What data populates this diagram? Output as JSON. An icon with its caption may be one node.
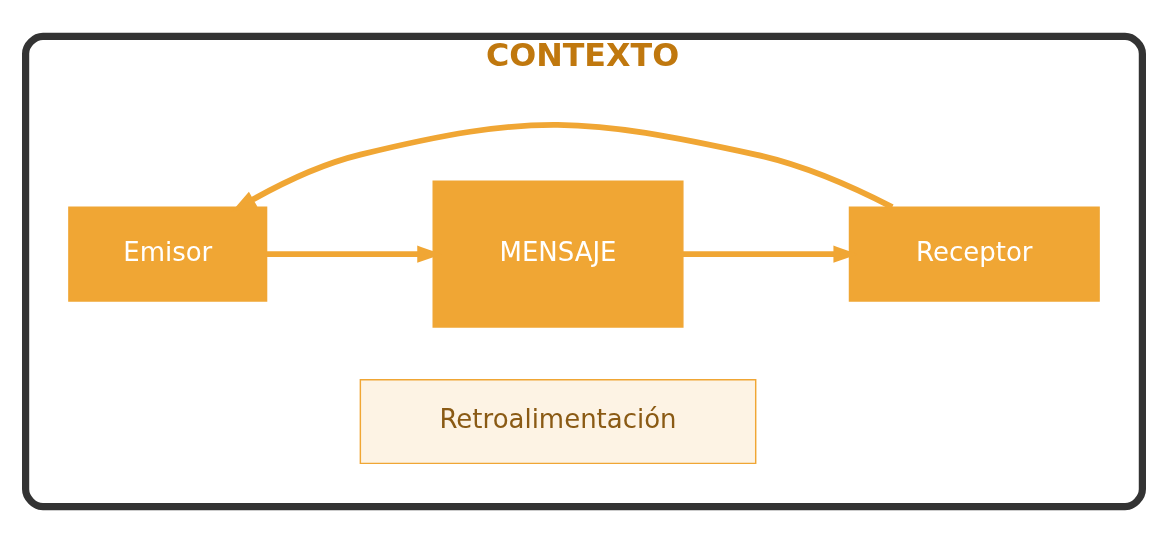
{
  "diagram": {
    "nodes": [
      {
        "text": [
          "CONTEXTO"
        ]
      },
      {
        "text": [
          "Emisor"
        ],
        "in": 0
      },
      {
        "text": [
          "MENSAJE"
        ],
        "in": 0
      },
      {
        "text": [
          "Receptor"
        ],
        "in": 0
      },
      {
        "text": [
          "Retroalimentación"
        ],
        "in": 0
      }
    ],
    "edges": [
      {
        "from": 1,
        "to": 2,
        "arrow": "to"
      },
      {
        "from": 2,
        "to": 3,
        "arrow": "to"
      },
      {
        "from": 3,
        "to": 1,
        "arrow": "to"
      }
    ]
  }
}
